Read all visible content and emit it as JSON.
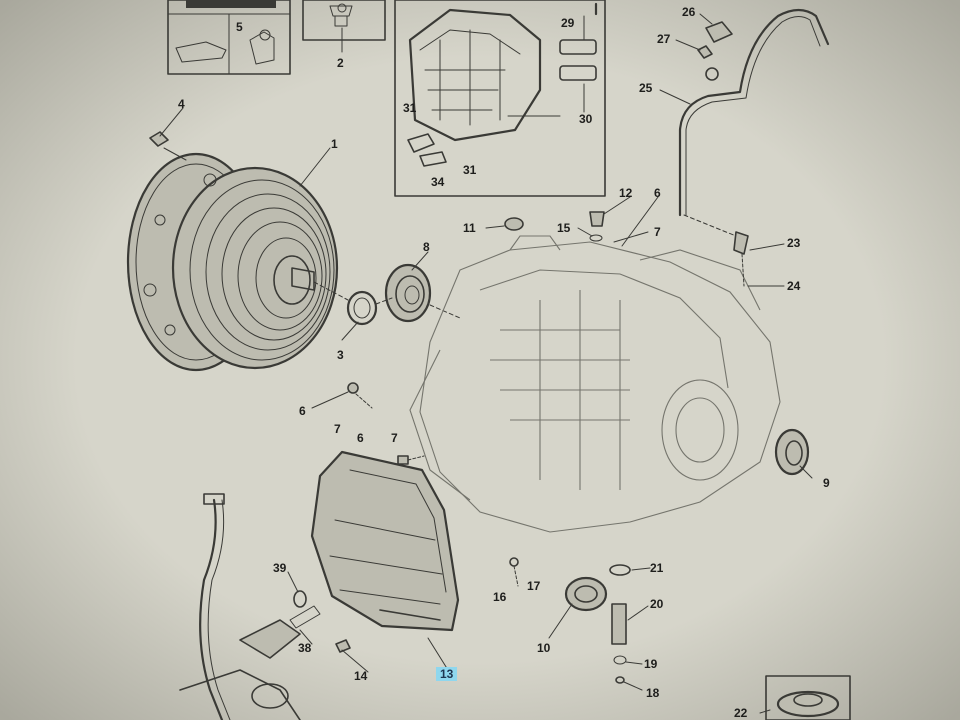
{
  "colors": {
    "paper": "#c9c8bd",
    "ink": "#3a3a36",
    "highlight": "#8fd7ee"
  },
  "callouts": {
    "c1": "1",
    "c2": "2",
    "c3": "3",
    "c4": "4",
    "c5": "5",
    "c6a": "6",
    "c6b": "6",
    "c6c": "6",
    "c7a": "7",
    "c7b": "7",
    "c7c": "7",
    "c8": "8",
    "c9": "9",
    "c10": "10",
    "c11": "11",
    "c12": "12",
    "c13": "13",
    "c14": "14",
    "c15": "15",
    "c16": "16",
    "c17": "17",
    "c18": "18",
    "c19": "19",
    "c20": "20",
    "c21": "21",
    "c22": "22",
    "c23": "23",
    "c24": "24",
    "c25": "25",
    "c26": "26",
    "c27": "27",
    "c29": "29",
    "c30": "30",
    "c31a": "31",
    "c31b": "31",
    "c34": "34",
    "c38": "38",
    "c39": "39"
  },
  "highlighted_callout": "13"
}
